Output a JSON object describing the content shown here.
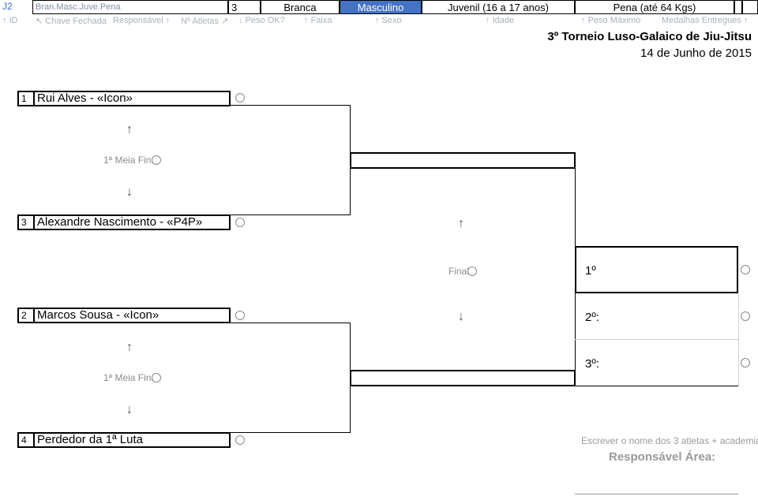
{
  "header": {
    "id": "J2",
    "code": "Bran.Masc.Juve.Pena",
    "count": "3",
    "belt": "Branca",
    "gender": "Masculino",
    "age_class": "Juvenil (16 a 17 anos)",
    "weight_class": "Pena (até 64 Kgs)"
  },
  "filters": {
    "id": "ID",
    "chave": "Chave Fechada",
    "responsavel": "Responsável",
    "atletas": "Nº Atletas",
    "peso_ok": "Peso OK?",
    "faixa": "Faixa",
    "sexo": "Sexo",
    "idade": "Idade",
    "peso_max": "Peso Máximo",
    "medalhas": "Medalhas Entregues"
  },
  "event": {
    "title": "3º Torneio Luso-Galaico de Jiu-Jitsu",
    "date": "14 de Junho de 2015"
  },
  "bracket": {
    "fighters": [
      {
        "num": "1",
        "name": "Rui Alves - «Icon»"
      },
      {
        "num": "3",
        "name": "Alexandre Nascimento - «P4P»"
      },
      {
        "num": "2",
        "name": "Marcos Sousa - «Icon»"
      },
      {
        "num": "4",
        "name": "Perdedor da 1ª Luta"
      }
    ],
    "semi_label": "1ª Meia Final",
    "final_label": "Final"
  },
  "podium": {
    "first": "1º",
    "second": "2º:",
    "third": "3º:"
  },
  "footer": {
    "note": "Escrever o nome dos 3 atletas + academia",
    "responsavel": "Responsável Área:"
  },
  "icons": {
    "up_arrow": "↑",
    "down_arrow": "↓",
    "up_right_arrow": "↗",
    "up_left_arrow": "↖"
  }
}
